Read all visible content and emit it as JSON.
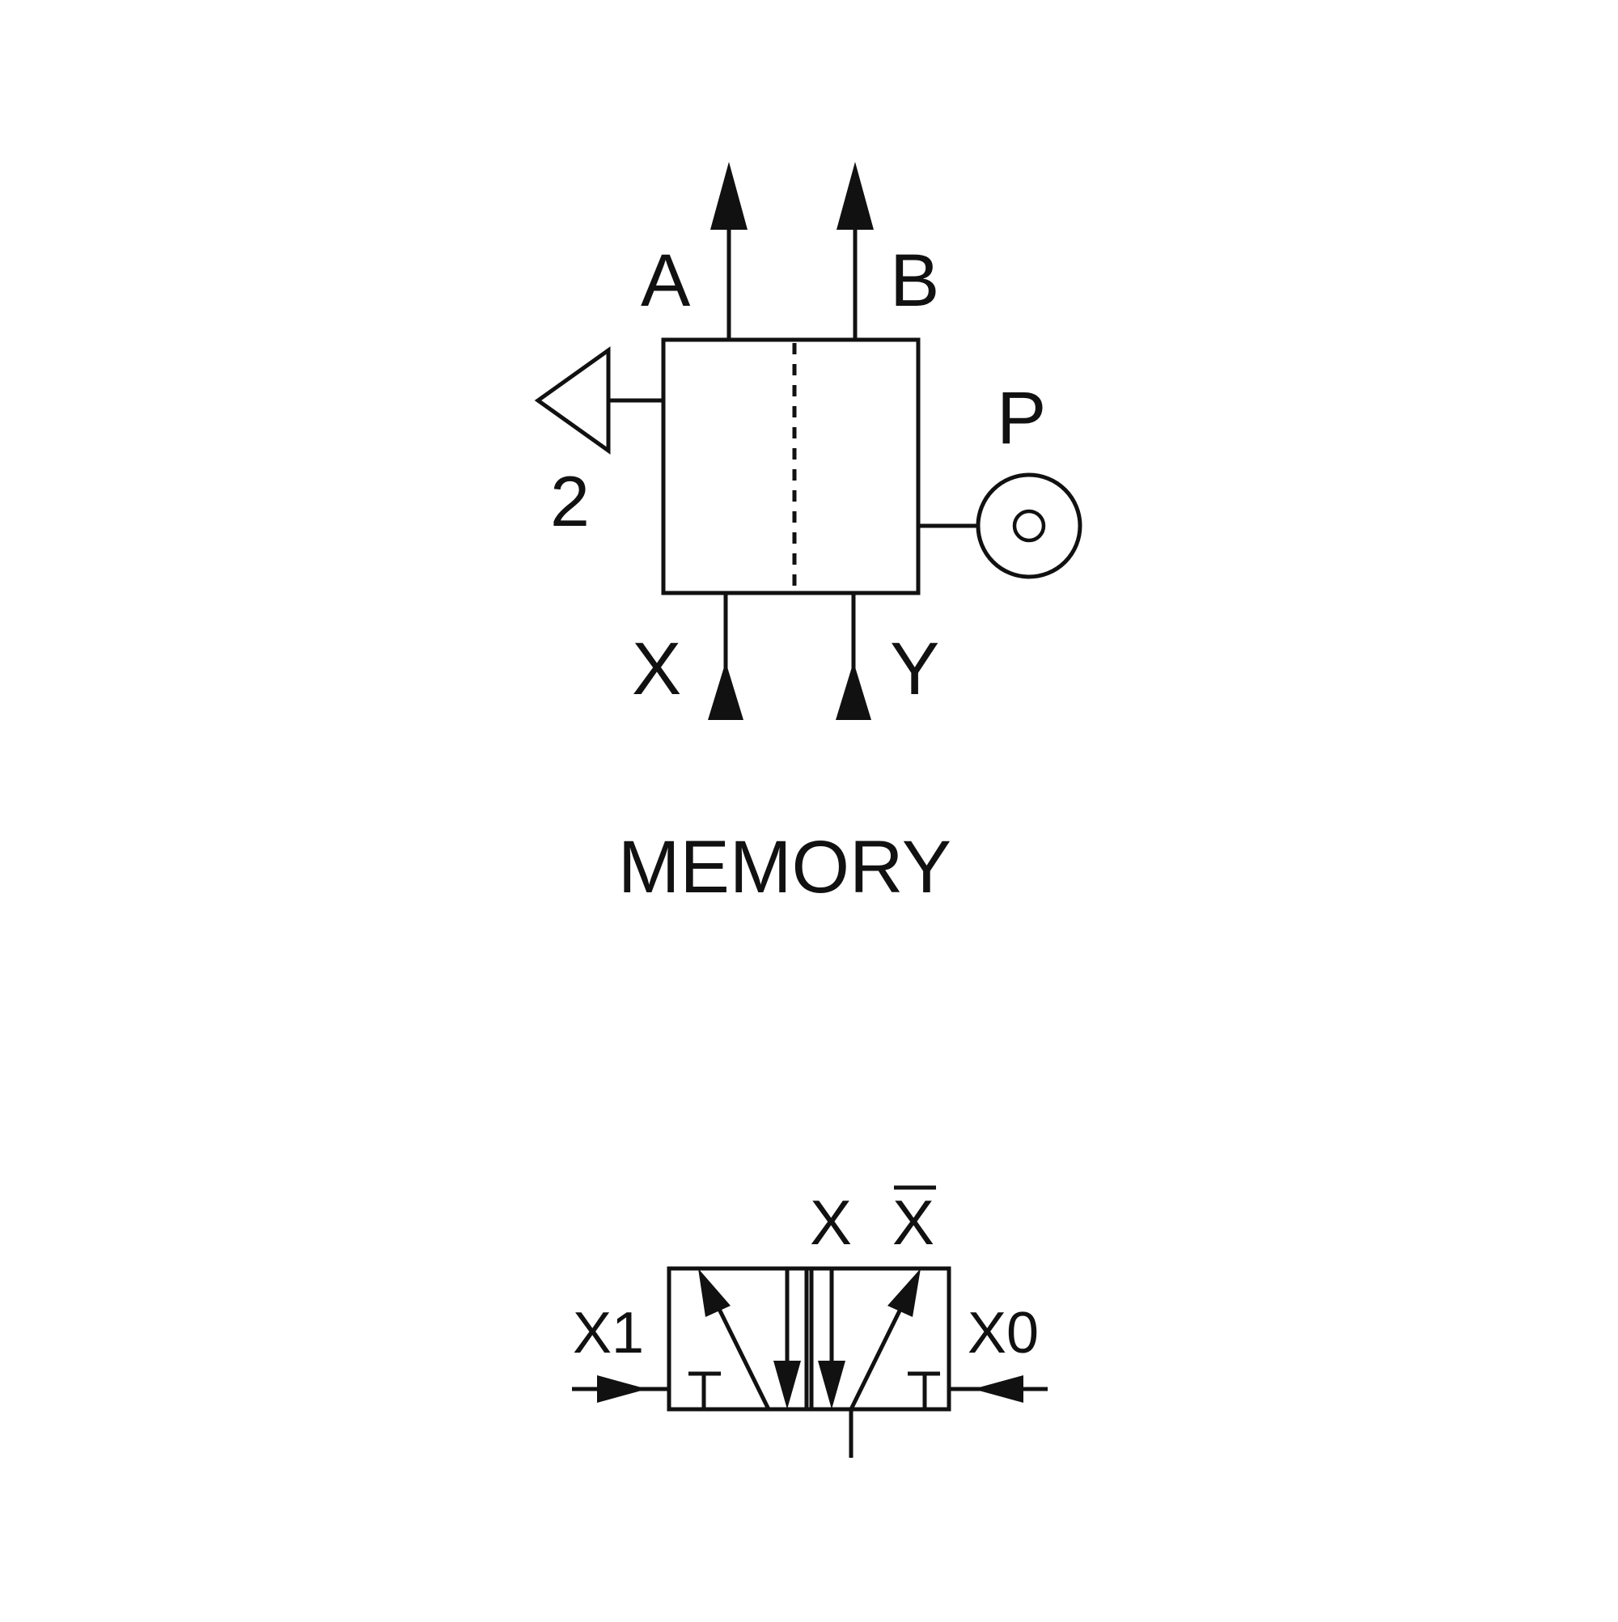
{
  "memory_symbol": {
    "title": "MEMORY",
    "ports": {
      "output_a": "A",
      "output_b": "B",
      "input_x": "X",
      "input_y": "Y",
      "supply": "P",
      "exhaust": "2"
    },
    "icons": {
      "exhaust": "exhaust-triangle-icon",
      "supply": "pressure-source-circle-icon",
      "outputs": "arrow-up-icon",
      "inputs": "arrow-up-icon"
    }
  },
  "valve_symbol": {
    "outputs": {
      "x": "X",
      "x_bar": "X"
    },
    "pilots": {
      "left": "X1",
      "right": "X0"
    },
    "icons": {
      "pilot_left": "pilot-arrow-right-icon",
      "pilot_right": "pilot-arrow-left-icon",
      "exhaust_plug": "blocked-port-t-icon",
      "flow": "flow-arrow-icon"
    }
  },
  "colors": {
    "line": "#111111",
    "background": "#ffffff"
  }
}
